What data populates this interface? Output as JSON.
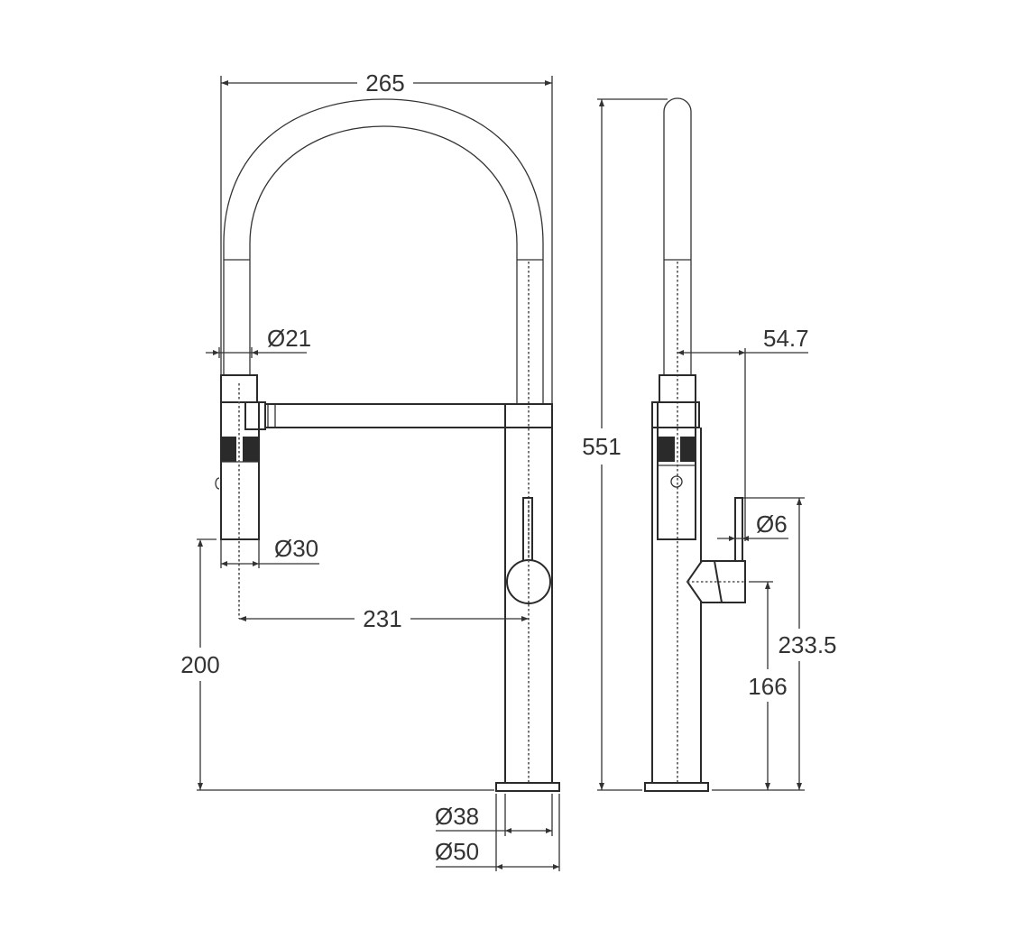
{
  "drawing": {
    "title": "Pull-down kitchen mixer tap dimension drawing",
    "line_color": "#2a2a2a",
    "views": [
      "front-view",
      "side-view"
    ]
  },
  "dimensions": {
    "overall_width": "265",
    "hose_diameter": "Ø21",
    "spray_head_diameter": "Ø30",
    "spout_reach": "231",
    "spray_head_height": "200",
    "body_diameter": "Ø38",
    "base_diameter": "Ø50",
    "overall_height": "551",
    "handle_offset": "54.7",
    "lever_diameter": "Ø6",
    "lever_top_height": "233.5",
    "handle_center_height": "166"
  }
}
